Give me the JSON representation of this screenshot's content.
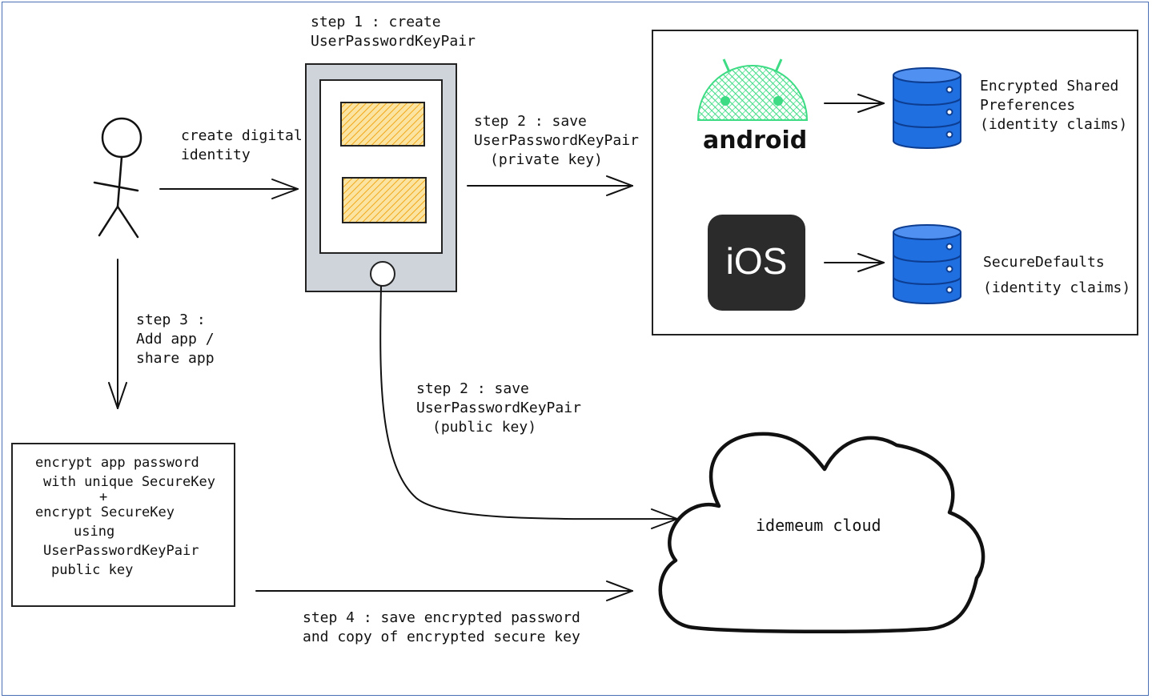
{
  "labels": {
    "step1_line1": "step 1 : create",
    "step1_line2": "UserPasswordKeyPair",
    "create_identity_line1": "create digital",
    "create_identity_line2": "identity",
    "step2_private_line1": "step 2 : save",
    "step2_private_line2": "UserPasswordKeyPair",
    "step2_private_line3": "(private key)",
    "step3_line1": "step 3 :",
    "step3_line2": "Add app /",
    "step3_line3": "share app",
    "step2_public_line1": "step 2 : save",
    "step2_public_line2": "UserPasswordKeyPair",
    "step2_public_line3": "(public key)",
    "step4_line1": "step 4 : save encrypted password",
    "step4_line2": "and copy of encrypted secure key"
  },
  "encrypt_box": {
    "line1": "encrypt app password",
    "line2": "with unique SecureKey",
    "line3": "+",
    "line4": "encrypt SecureKey",
    "line5": "using",
    "line6": "UserPasswordKeyPair",
    "line7": "public key"
  },
  "platforms": {
    "android": {
      "name": "android",
      "store_line1": "Encrypted Shared",
      "store_line2": "Preferences",
      "store_line3": "(identity claims)",
      "color": "#3ddc84"
    },
    "ios": {
      "name": "iOS",
      "store_line1": "SecureDefaults",
      "store_line2": "(identity claims)",
      "tile_color": "#2b2b2b"
    }
  },
  "cloud": {
    "label": "idemeum cloud"
  },
  "colors": {
    "frame": "#4a6fb5",
    "database": "#1f6fe0",
    "screen_panel": "#f5b731",
    "phone": "#ced4da"
  }
}
